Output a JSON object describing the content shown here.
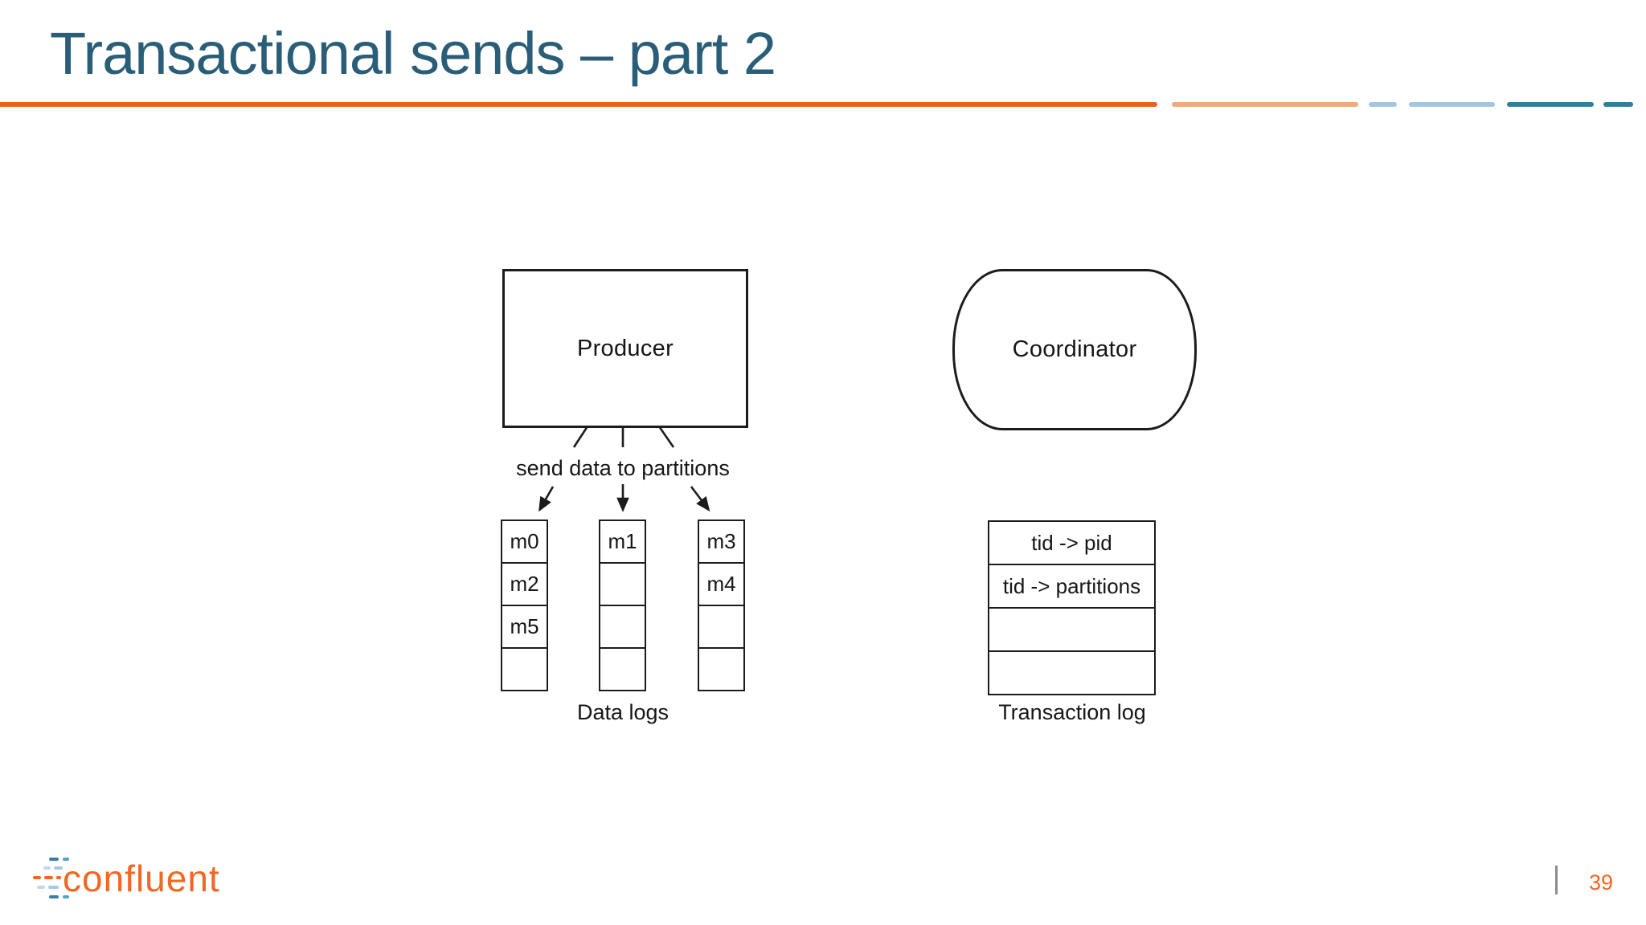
{
  "slide": {
    "title": "Transactional sends – part 2",
    "page_number": "39"
  },
  "brand": {
    "wordmark": "confluent"
  },
  "colors": {
    "title_teal": "#2a5e78",
    "accent_orange": "#e8611d",
    "accent_orange_light": "#f2a878",
    "accent_blue_light": "#a3c6e0",
    "accent_teal": "#2e7f99",
    "logo_orange": "#f26722",
    "diagram_stroke": "#1c1c1c"
  },
  "diagram": {
    "producer_label": "Producer",
    "coordinator_label": "Coordinator",
    "send_label": "send data to partitions",
    "data_logs": {
      "label": "Data logs",
      "columns": [
        {
          "cells": [
            "m0",
            "m2",
            "m5",
            ""
          ]
        },
        {
          "cells": [
            "m1",
            "",
            "",
            ""
          ]
        },
        {
          "cells": [
            "m3",
            "m4",
            "",
            ""
          ]
        }
      ]
    },
    "transaction_log": {
      "label": "Transaction log",
      "rows": [
        "tid -> pid",
        "tid -> partitions",
        "",
        ""
      ]
    }
  }
}
